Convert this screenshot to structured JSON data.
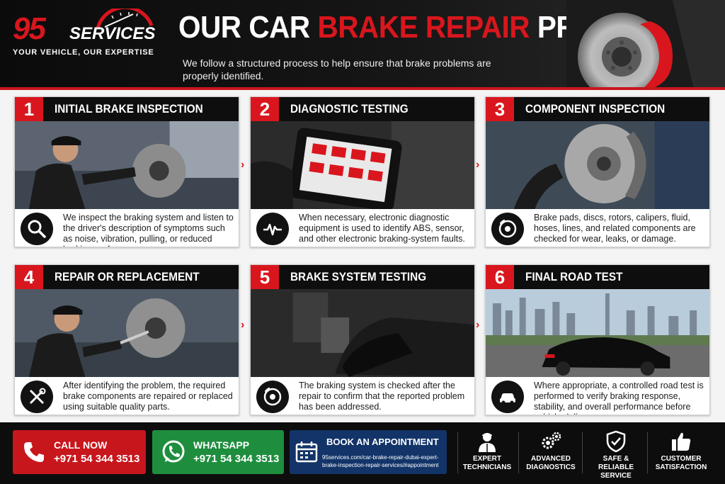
{
  "brand": {
    "number": "95",
    "name": "SERVICES",
    "tagline": "YOUR VEHICLE, OUR EXPERTISE",
    "colors": {
      "red": "#d9161d",
      "dark": "#0e0e0e",
      "green": "#1e8e3e",
      "navy": "#123468"
    }
  },
  "header": {
    "title_part1": "OUR CAR ",
    "title_highlight": "BRAKE REPAIR",
    "title_part2": " PROCESS",
    "subtitle": "We follow a structured process to help ensure that brake problems are properly identified."
  },
  "steps": [
    {
      "number": "1",
      "title": "INITIAL BRAKE INSPECTION",
      "icon": "magnifier-icon",
      "text": "We inspect the braking system and listen to the driver's description of symptoms such as noise, vibration, pulling, or reduced braking performance."
    },
    {
      "number": "2",
      "title": "DIAGNOSTIC TESTING",
      "icon": "pulse-icon",
      "text": "When necessary, electronic diagnostic equipment is used to identify ABS, sensor, and other electronic braking-system faults."
    },
    {
      "number": "3",
      "title": "COMPONENT INSPECTION",
      "icon": "brake-disc-icon",
      "text": "Brake pads, discs, rotors, calipers, fluid, hoses, lines, and related components are checked for wear, leaks, or damage."
    },
    {
      "number": "4",
      "title": "REPAIR OR REPLACEMENT",
      "icon": "tools-icon",
      "text": "After identifying the problem, the required brake components are repaired or replaced using suitable quality parts."
    },
    {
      "number": "5",
      "title": "BRAKE SYSTEM TESTING",
      "icon": "brake-disc-icon",
      "text": "The braking system is checked after the repair to confirm that the reported problem has been addressed."
    },
    {
      "number": "6",
      "title": "FINAL ROAD TEST",
      "icon": "car-icon",
      "text": "Where appropriate, a controlled road test is performed to verify braking response, stability, and overall performance before vehicle delivery."
    }
  ],
  "footer": {
    "call": {
      "label": "CALL NOW",
      "value": "+971 54 344 3513",
      "icon": "phone-icon"
    },
    "whatsapp": {
      "label": "WHATSAPP",
      "value": "+971 54 344 3513",
      "icon": "whatsapp-icon"
    },
    "book": {
      "label": "BOOK AN APPOINTMENT",
      "url": "95services.com/car-brake-repair-dubai-expert-brake-inspection-repair-services/#appointment",
      "icon": "calendar-icon"
    },
    "features": [
      {
        "line1": "EXPERT",
        "line2": "TECHNICIANS",
        "icon": "technician-icon"
      },
      {
        "line1": "ADVANCED",
        "line2": "DIAGNOSTICS",
        "icon": "gears-icon"
      },
      {
        "line1": "SAFE & RELIABLE",
        "line2": "SERVICE",
        "icon": "shield-check-icon"
      },
      {
        "line1": "CUSTOMER",
        "line2": "SATISFACTION",
        "icon": "thumbs-up-icon"
      }
    ]
  }
}
